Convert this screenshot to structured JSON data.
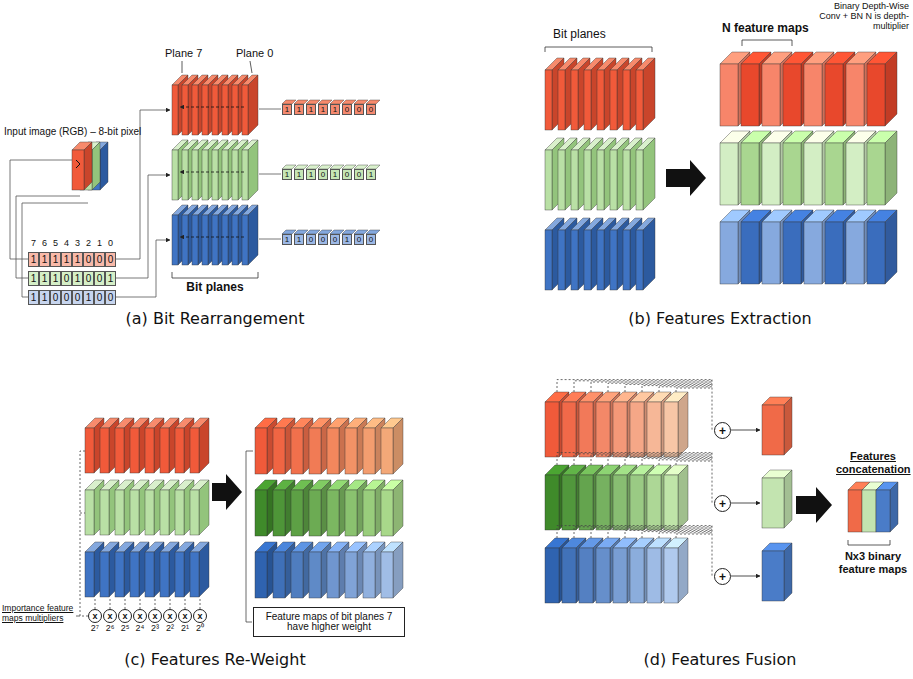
{
  "diagram": {
    "nodes": [
      {
        "text": [
          "x"
        ]
      },
      {
        "text": [
          "x"
        ]
      },
      {
        "text": [
          "x"
        ]
      },
      {
        "text": [
          "x"
        ]
      },
      {
        "text": [
          "x"
        ]
      },
      {
        "text": [
          "x"
        ]
      },
      {
        "text": [
          "x"
        ]
      },
      {
        "text": [
          "x"
        ]
      },
      {
        "text": [
          "Feature maps of bit planes 7 have higher weight"
        ]
      },
      {
        "text": [
          "+"
        ]
      },
      {
        "text": [
          "+"
        ]
      },
      {
        "text": [
          "+"
        ]
      }
    ],
    "labels": [
      "Plane 7",
      "Plane 0",
      "Input image (RGB) – 8-bit pixel",
      "7",
      "6",
      "5",
      "4",
      "3",
      "2",
      "1",
      "0",
      "1",
      "1",
      "1",
      "1",
      "1",
      "0",
      "0",
      "0",
      "1",
      "1",
      "1",
      "0",
      "1",
      "0",
      "0",
      "1",
      "1",
      "1",
      "0",
      "0",
      "0",
      "1",
      "0",
      "0",
      "1",
      "1",
      "1",
      "1",
      "1",
      "0",
      "0",
      "0",
      "1",
      "1",
      "1",
      "0",
      "1",
      "0",
      "0",
      "1",
      "1",
      "1",
      "0",
      "0",
      "0",
      "1",
      "0",
      "0",
      "Bit planes",
      "(a) Bit Rearrangement",
      "Bit planes",
      "N feature maps",
      "Binary Depth-Wise Conv + BN N is depth-multiplier",
      "(b) Features Extraction",
      "Importance feature maps multipliers",
      "2⁷",
      "2⁶",
      "2⁵",
      "2⁴",
      "2³",
      "2²",
      "2¹",
      "2⁰",
      "(c) Features Re-Weight",
      "Features concatenation",
      "Nx3 binary feature maps",
      "(d) Features Fusion"
    ]
  }
}
